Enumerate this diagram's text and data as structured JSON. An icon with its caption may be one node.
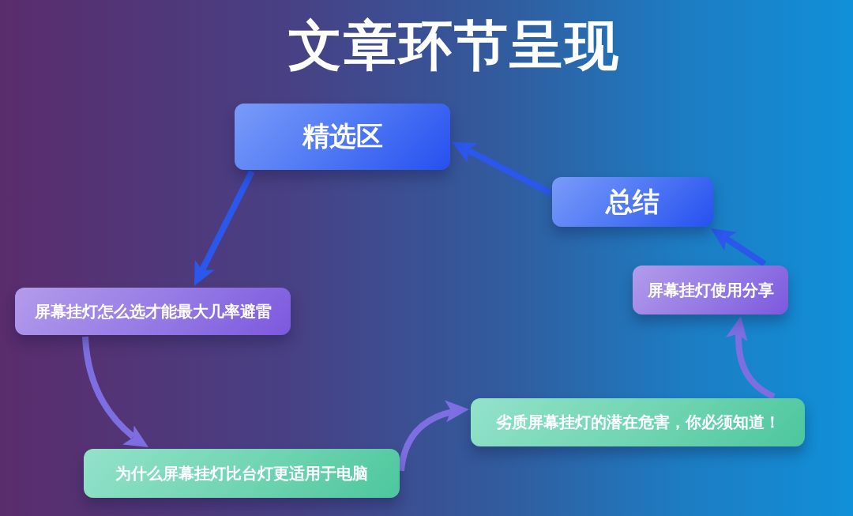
{
  "diagram": {
    "title": "文章环节呈现",
    "nodes": [
      {
        "text": [
          "精选区"
        ]
      },
      {
        "text": [
          "屏幕挂灯怎么选才能最大几率避雷"
        ]
      },
      {
        "text": [
          "为什么屏幕挂灯比台灯更适用于电脑"
        ]
      },
      {
        "text": [
          "劣质屏幕挂灯的潜在危害，你必须知道！"
        ]
      },
      {
        "text": [
          "屏幕挂灯使用分享"
        ]
      },
      {
        "text": [
          "总结"
        ]
      }
    ],
    "edges": [
      {
        "from": 0,
        "to": 1,
        "arrow": "to"
      },
      {
        "from": 1,
        "to": 2,
        "arrow": "to",
        "color": "#7d6fe2"
      },
      {
        "from": 2,
        "to": 3,
        "arrow": "to",
        "color": "#7d6fe2"
      },
      {
        "from": 3,
        "to": 4,
        "arrow": "to",
        "color": "#7d6fe2"
      },
      {
        "from": 4,
        "to": 5,
        "arrow": "to"
      },
      {
        "from": 5,
        "to": 0,
        "arrow": "to"
      }
    ]
  }
}
